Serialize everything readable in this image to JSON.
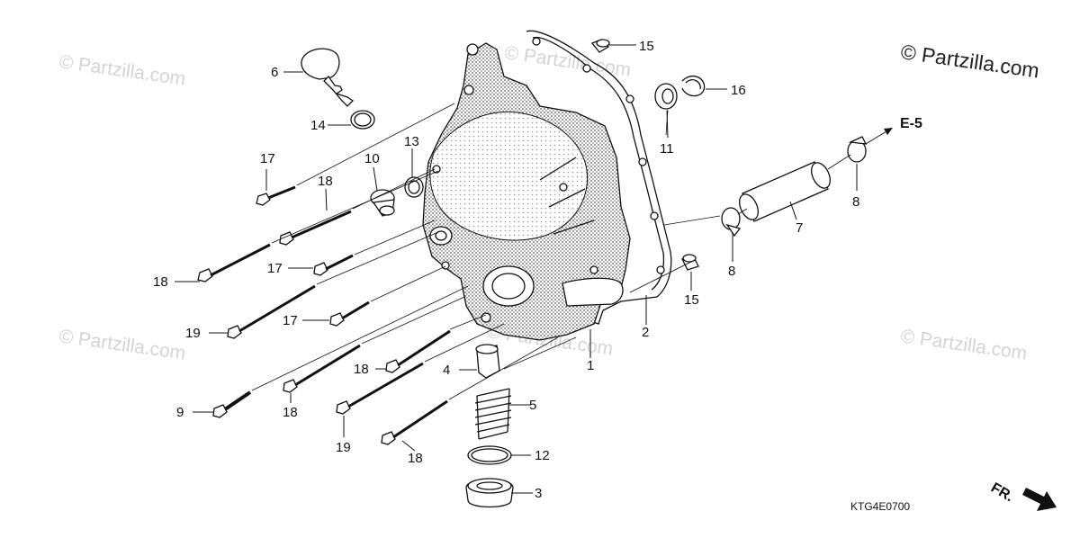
{
  "watermarks": {
    "main": "© Partzilla.com",
    "ghost": "© Partzilla.com"
  },
  "references": {
    "next_section": "E-5",
    "front_direction": "FR."
  },
  "diagram_code": "KTG4E0700",
  "callouts": {
    "c1": "1",
    "c2": "2",
    "c3": "3",
    "c4": "4",
    "c5": "5",
    "c6": "6",
    "c7": "7",
    "c8a": "8",
    "c8b": "8",
    "c9": "9",
    "c10": "10",
    "c11": "11",
    "c12": "12",
    "c13": "13",
    "c14": "14",
    "c15a": "15",
    "c15b": "15",
    "c16": "16",
    "c17a": "17",
    "c17b": "17",
    "c17c": "17",
    "c18a": "18",
    "c18b": "18",
    "c18c": "18",
    "c18d": "18",
    "c18e": "18",
    "c19a": "19",
    "c19b": "19"
  }
}
